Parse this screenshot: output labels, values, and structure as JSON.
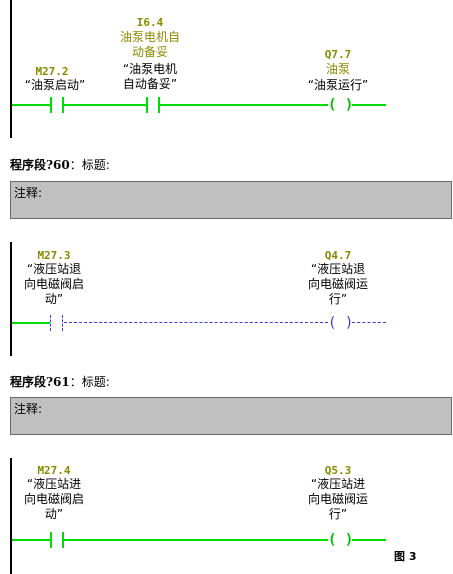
{
  "network59": {
    "contact1": {
      "address": "M27.2",
      "symbol": "“油泵启动”"
    },
    "contact2": {
      "address": "I6.4",
      "comment_line1": "油泵电机自",
      "comment_line2": "动备妥",
      "symbol_line1": "“油泵电机",
      "symbol_line2": "自动备妥”"
    },
    "coil": {
      "address": "Q7.7",
      "comment": "油泵",
      "symbol": "“油泵运行”",
      "glyph": "( )"
    }
  },
  "network60": {
    "title_prefix": "程序段?60",
    "title_suffix": "：标题:",
    "comment_label": "注释:",
    "contact": {
      "address": "M27.3",
      "line1": "“液压站退",
      "line2": "向电磁阀启",
      "line3": "动”"
    },
    "coil": {
      "address": "Q4.7",
      "line1": "“液压站退",
      "line2": "向电磁阀运",
      "line3": "行”",
      "glyph": "( )"
    }
  },
  "network61": {
    "title_prefix": "程序段?61",
    "title_suffix": "：标题:",
    "comment_label": "注释:",
    "contact": {
      "address": "M27.4",
      "line1": "“液压站进",
      "line2": "向电磁阀启",
      "line3": "动”"
    },
    "coil": {
      "address": "Q5.3",
      "line1": "“液压站进",
      "line2": "向电磁阀运",
      "line3": "行”",
      "glyph": "( )"
    }
  },
  "figure_label": "图 3",
  "colors": {
    "wire_active": "#00dd00",
    "wire_inactive": "#3a3ad8",
    "address": "#8a8a00",
    "comment_bg": "#c0c0c0"
  }
}
